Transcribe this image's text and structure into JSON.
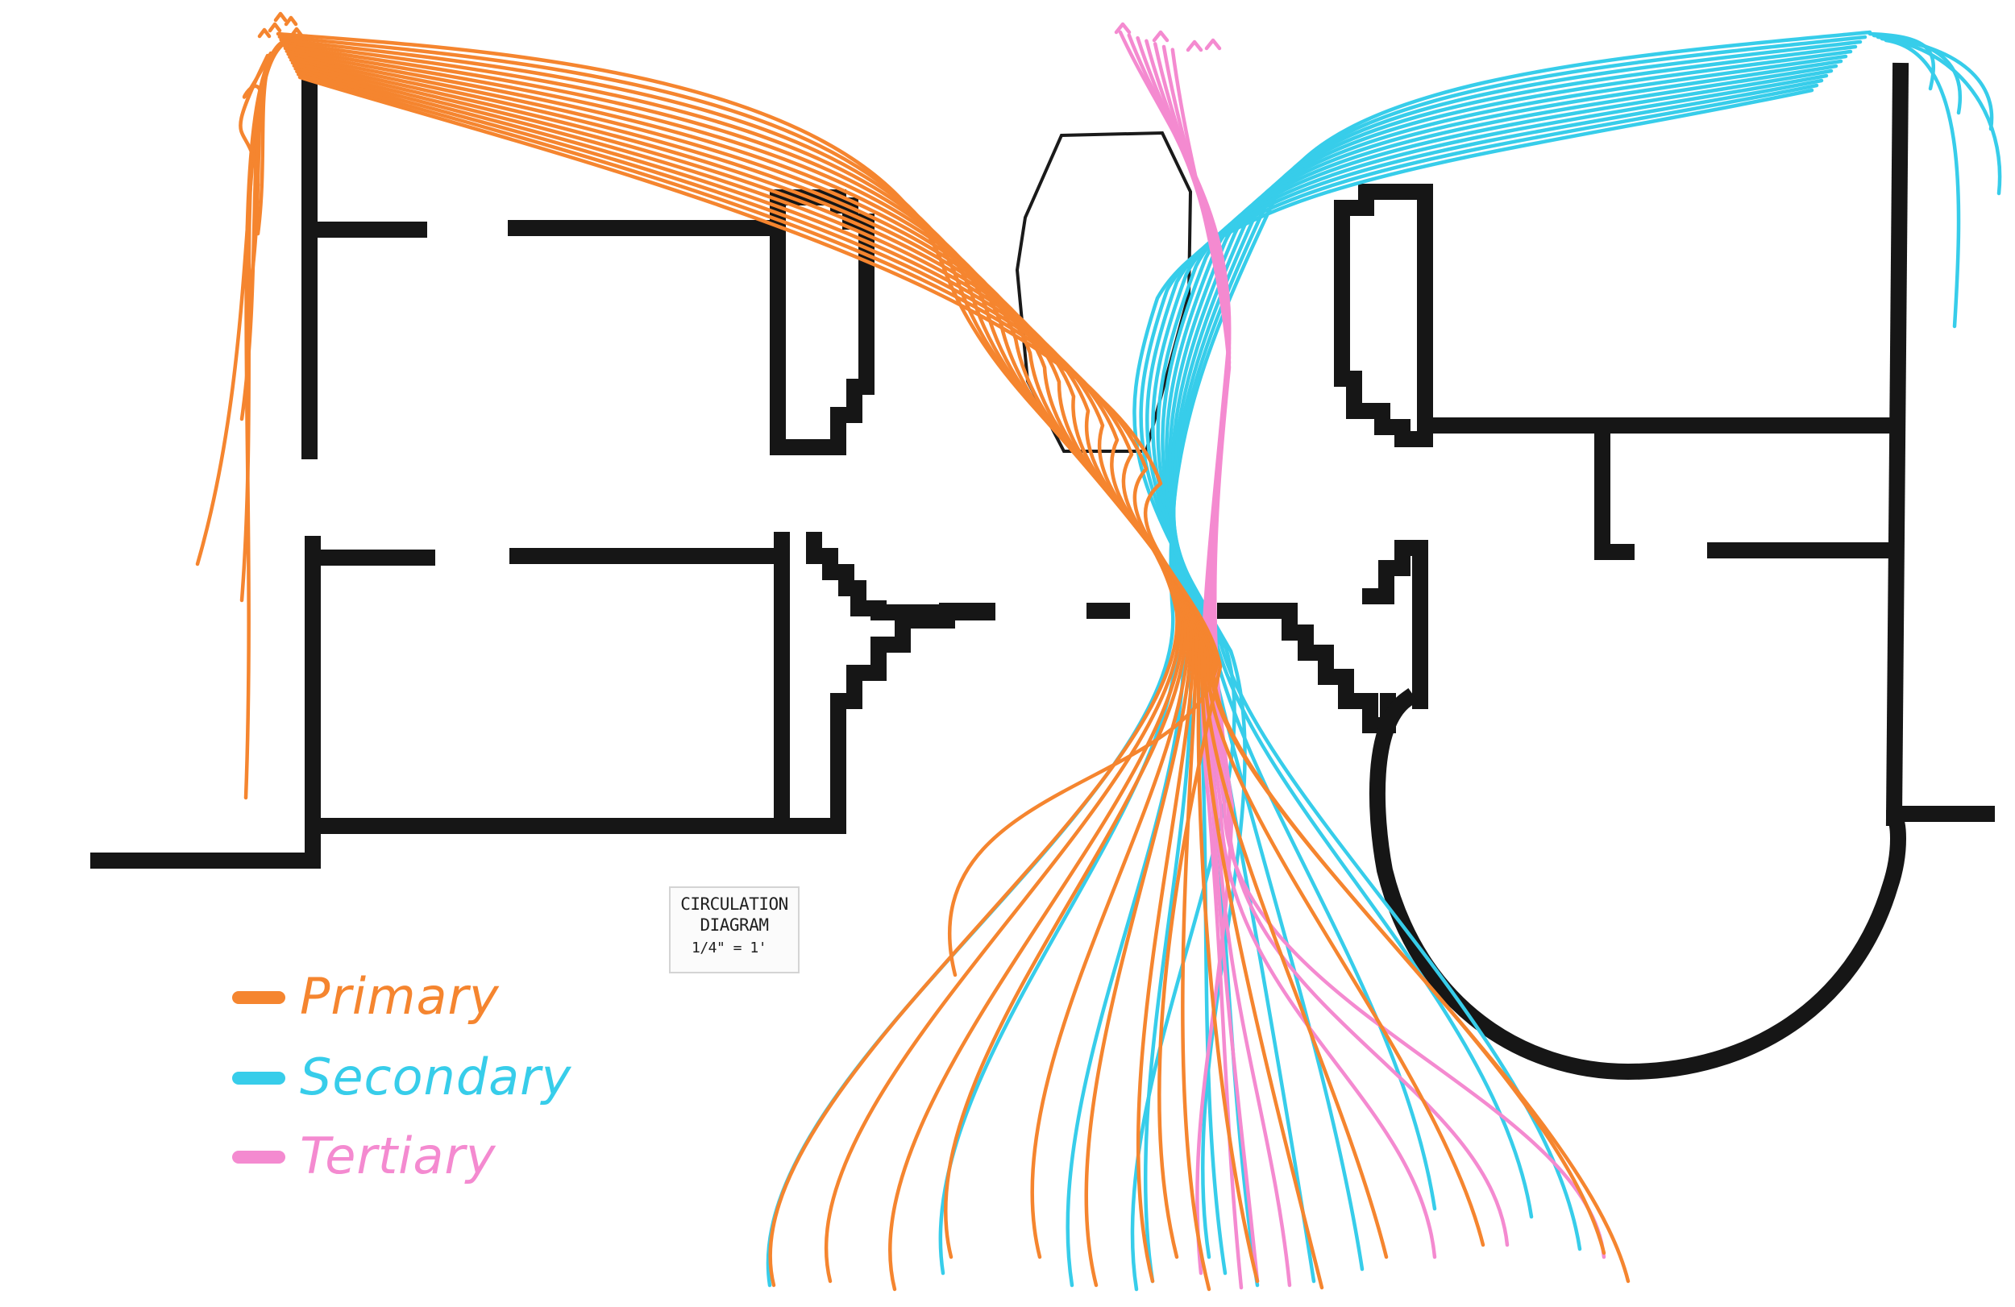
{
  "diagram": {
    "label": {
      "title": "CIRCULATION",
      "subtitle": "DIAGRAM",
      "scale": "1/4\" = 1'"
    },
    "legend": [
      {
        "label": "Primary",
        "color": "#f5852f"
      },
      {
        "label": "Secondary",
        "color": "#37cdea"
      },
      {
        "label": "Tertiary",
        "color": "#f48ad0"
      }
    ],
    "colors": {
      "walls": "#161616",
      "primary": "#f5852f",
      "secondary": "#37cdea",
      "tertiary": "#f48ad0"
    }
  }
}
